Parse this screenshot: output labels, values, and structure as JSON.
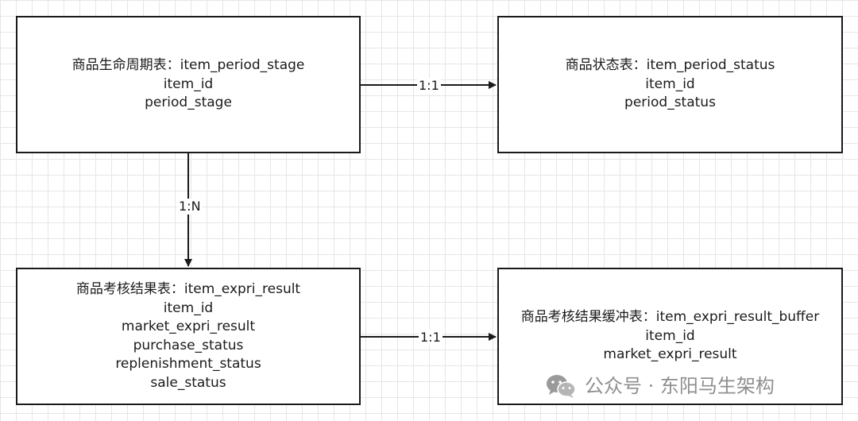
{
  "entities": {
    "stage": {
      "title": "商品生命周期表：item_period_stage",
      "fields": [
        "item_id",
        "period_stage"
      ]
    },
    "status": {
      "title": "商品状态表：item_period_status",
      "fields": [
        "item_id",
        "period_status"
      ]
    },
    "result": {
      "title": "商品考核结果表：item_expri_result",
      "fields": [
        "item_id",
        "market_expri_result",
        "purchase_status",
        "replenishment_status",
        "sale_status"
      ]
    },
    "buffer": {
      "title": "商品考核结果缓冲表：item_expri_result_buffer",
      "fields": [
        "item_id",
        "market_expri_result"
      ]
    }
  },
  "relations": {
    "stage_status": "1:1",
    "stage_result": "1:N",
    "result_buffer": "1:1"
  },
  "watermark": {
    "text": "公众号 · 东阳马生架构",
    "icon": "wechat-icon"
  },
  "colors": {
    "line": "#1a1a1a",
    "watermark": "#8f8f8f"
  }
}
